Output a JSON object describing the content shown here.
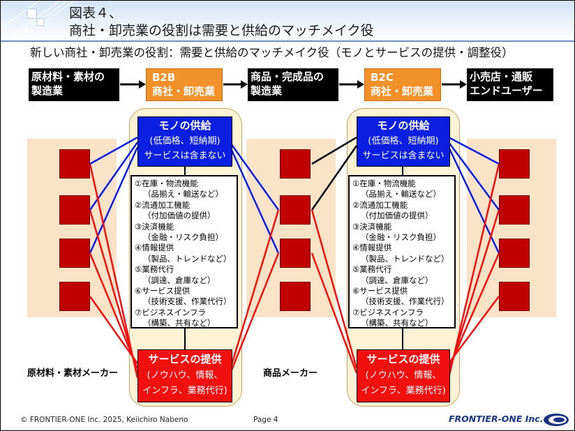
{
  "header": {
    "title_line1": "図表４、",
    "title_line2": "商社・卸売業の役割は需要と供給のマッチメイク役",
    "subtitle": "新しい商社・卸売業の役割：需要と供給のマッチメイク役（モノとサービスの提供・調整役）"
  },
  "flow": {
    "stage1": {
      "line1": "原材料・素材の",
      "line2": "製造業"
    },
    "stage2": {
      "line1": "B2B",
      "line2": "商社・卸売業"
    },
    "stage3": {
      "line1": "商品・完成品の",
      "line2": "製造業"
    },
    "stage4": {
      "line1": "B2C",
      "line2": "商社・卸売業"
    },
    "stage5": {
      "line1": "小売店・通販",
      "line2": "エンドユーザー"
    }
  },
  "goods_supply": {
    "title": "モノの供給",
    "line2": "(低価格、短納期)",
    "line3": "サービスは含まない"
  },
  "service_supply": {
    "title": "サービスの提供",
    "line2": "(ノウハウ、情報、",
    "line3": "インフラ、業務代行)"
  },
  "functions": [
    "①在庫・物流機能",
    "（品揃え・輸送など）",
    "②流通加工機能",
    "（付加価値の提供）",
    "③決済機能",
    "（金融・リスク負担）",
    "④情報提供",
    "（製品、トレンドなど）",
    "⑤業務代行",
    "（調達、倉庫など）",
    "⑥サービス提供",
    "（技術支援、作業代行）",
    "⑦ビジネスインフラ",
    "（構築、共有など）"
  ],
  "labels": {
    "raw_maker": "原材料・素材メーカー",
    "product_maker": "商品メーカー"
  },
  "footer": {
    "copyright": "© FRONTIER-ONE Inc. 2025,  Keiichiro  Nabeno",
    "page": "Page 4",
    "logo": "FRONTIER-ONE Inc."
  },
  "colors": {
    "blue": "#0a1fe0",
    "red": "#f01010",
    "orange": "#f2902a",
    "square": "#c00000"
  }
}
